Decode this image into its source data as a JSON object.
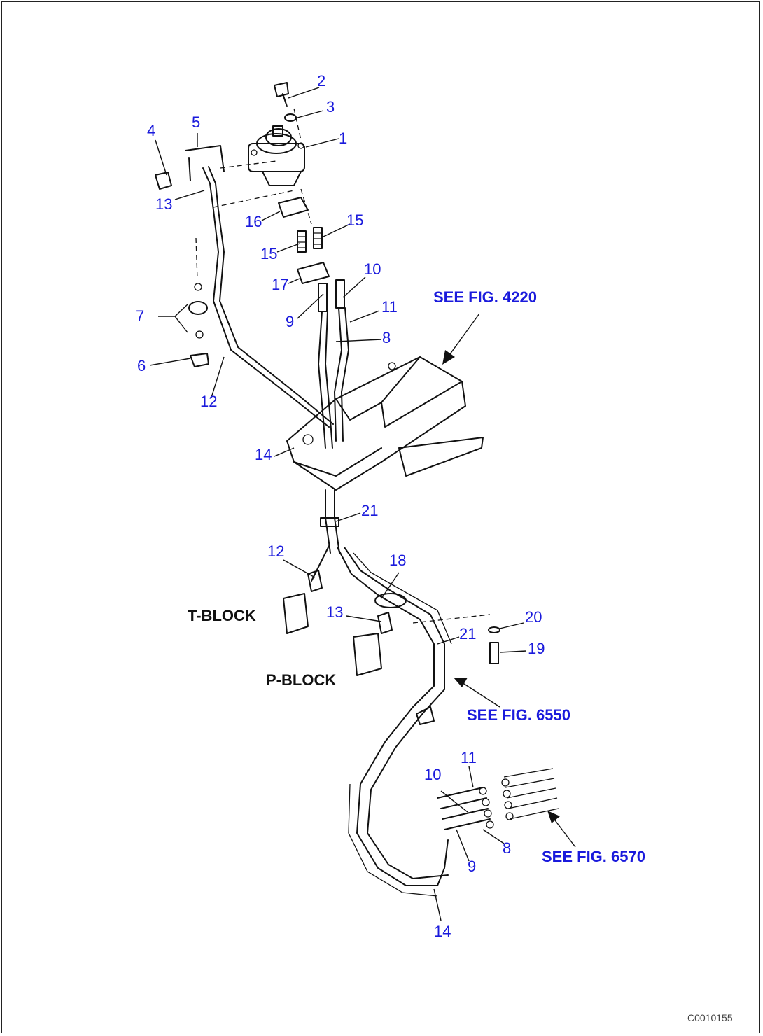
{
  "callouts": {
    "c1": "1",
    "c2": "2",
    "c3": "3",
    "c4": "4",
    "c5": "5",
    "c6": "6",
    "c7": "7",
    "c8a": "8",
    "c9a": "9",
    "c10a": "10",
    "c11a": "11",
    "c12a": "12",
    "c12b": "12",
    "c13a": "13",
    "c13b": "13",
    "c14a": "14",
    "c14b": "14",
    "c15a": "15",
    "c15b": "15",
    "c16": "16",
    "c17": "17",
    "c18": "18",
    "c19": "19",
    "c20": "20",
    "c21a": "21",
    "c21b": "21",
    "c8b": "8",
    "c9b": "9",
    "c10b": "10",
    "c11b": "11"
  },
  "references": {
    "fig4220": "SEE FIG. 4220",
    "fig6550": "SEE FIG. 6550",
    "fig6570": "SEE FIG. 6570"
  },
  "blocks": {
    "t_block": "T-BLOCK",
    "p_block": "P-BLOCK"
  },
  "figure_id": "C0010155",
  "colors": {
    "callout": "#1a1adc",
    "line": "#111111"
  }
}
